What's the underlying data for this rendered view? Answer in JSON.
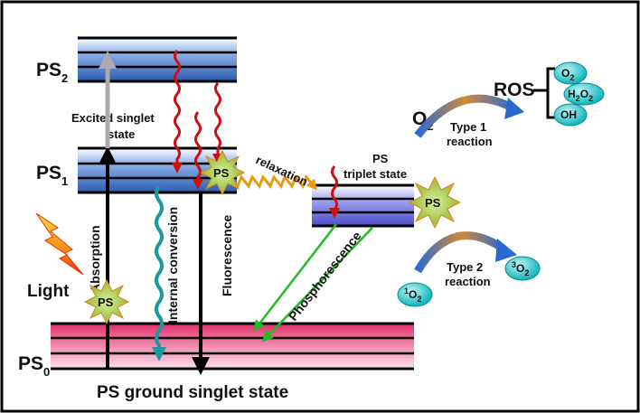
{
  "labels": {
    "ps2_main": "PS",
    "ps2_sub": "2",
    "ps1_main": "PS",
    "ps1_sub": "1",
    "ps0_main": "PS",
    "ps0_sub": "0",
    "excited_singlet_line1": "Excited singlet",
    "excited_singlet_line2": "state",
    "triplet_line1": "PS",
    "triplet_line2": "triplet state",
    "ground_state": "PS ground singlet state",
    "light": "Light",
    "absorption": "Absorption",
    "internal_conversion": "Internal conversion",
    "fluorescence": "Fluorescence",
    "phosphorescence": "Phosphorescence",
    "relaxation": "relaxation",
    "ps_star": "PS",
    "ros": "ROS",
    "o2_main": "O",
    "o2_sub": "2",
    "type1_line1": "Type 1",
    "type1_line2": "reaction",
    "type2_line1": "Type 2",
    "type2_line2": "reaction",
    "ros_o2_main": "O",
    "ros_o2_sub": "2",
    "ros_h2o2_h": "H",
    "ros_h2o2_2a": "2",
    "ros_h2o2_o": "O",
    "ros_h2o2_2b": "2",
    "ros_oh": "OH",
    "singlet_o2_sup": "1",
    "singlet_o2_main": "O",
    "singlet_o2_sub": "2",
    "triplet_o2_sup": "3",
    "triplet_o2_main": "O",
    "triplet_o2_sub": "2"
  },
  "colors": {
    "ps2_band": "#3a6ec0",
    "ps1_band": "#3a6ec0",
    "triplet_band": "#6a6ee0",
    "ground_band": "#e8407a",
    "wavy_red": "#cc1010",
    "internal_conversion": "#1a9aa0",
    "relaxation": "#e89a10",
    "phosphorescence": "#22bb22",
    "absorption_text": "#3333bb",
    "fluorescence_text": "#cccc00",
    "light_text": "#cc1010",
    "star_fill": "#b8d860",
    "bubble_fill": "#30c8c8"
  }
}
